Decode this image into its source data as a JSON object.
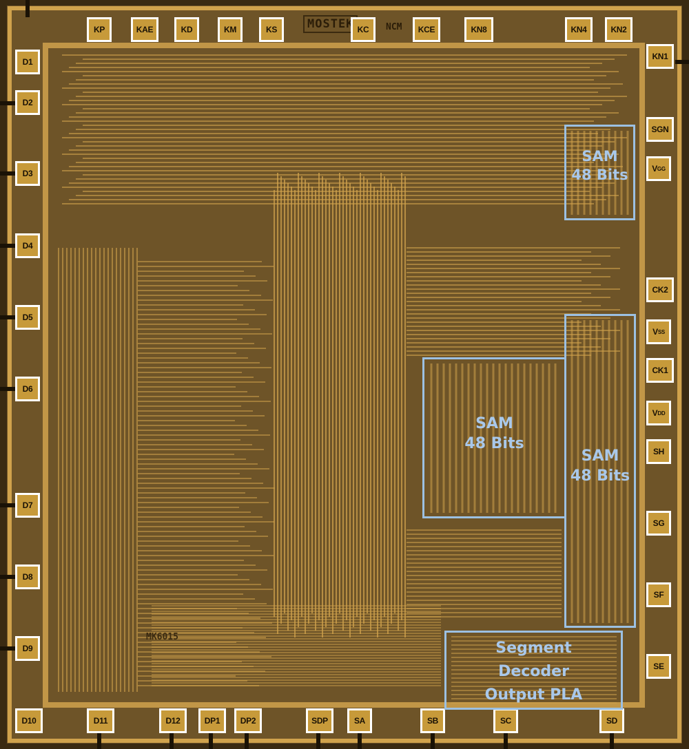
{
  "die": {
    "manufacturer_logo": "MOSTEK",
    "ncm_logo": "NCM",
    "part_number": "MK6015",
    "colors": {
      "substrate": "#6e5428",
      "metal": "#d0a24c",
      "pad": "#c79a3a",
      "pad_outline": "#ffffff",
      "block_outline": "#9cc0e2",
      "block_text": "#a9c8ea"
    }
  },
  "pads": {
    "top": [
      {
        "id": "KP",
        "label": "KP"
      },
      {
        "id": "KAE",
        "label": "KAE"
      },
      {
        "id": "KD",
        "label": "KD"
      },
      {
        "id": "KM",
        "label": "KM"
      },
      {
        "id": "KS",
        "label": "KS"
      },
      {
        "id": "KC",
        "label": "KC"
      },
      {
        "id": "KCE",
        "label": "KCE"
      },
      {
        "id": "KN8",
        "label": "KN8"
      },
      {
        "id": "KN4",
        "label": "KN4"
      },
      {
        "id": "KN2",
        "label": "KN2"
      }
    ],
    "left": [
      {
        "id": "D1",
        "label": "D1"
      },
      {
        "id": "D2",
        "label": "D2"
      },
      {
        "id": "D3",
        "label": "D3"
      },
      {
        "id": "D4",
        "label": "D4"
      },
      {
        "id": "D5",
        "label": "D5"
      },
      {
        "id": "D6",
        "label": "D6"
      },
      {
        "id": "D7",
        "label": "D7"
      },
      {
        "id": "D8",
        "label": "D8"
      },
      {
        "id": "D9",
        "label": "D9"
      }
    ],
    "right": [
      {
        "id": "KN1",
        "label": "KN1"
      },
      {
        "id": "SGN",
        "label": "SGN"
      },
      {
        "id": "VGG",
        "label": "V",
        "sub": "GG"
      },
      {
        "id": "CK2",
        "label": "CK2"
      },
      {
        "id": "VSS",
        "label": "V",
        "sub": "SS"
      },
      {
        "id": "CK1",
        "label": "CK1"
      },
      {
        "id": "VDD",
        "label": "V",
        "sub": "DD"
      },
      {
        "id": "SH",
        "label": "SH"
      },
      {
        "id": "SG",
        "label": "SG"
      },
      {
        "id": "SF",
        "label": "SF"
      },
      {
        "id": "SE",
        "label": "SE"
      }
    ],
    "bottom": [
      {
        "id": "D10",
        "label": "D10"
      },
      {
        "id": "D11",
        "label": "D11"
      },
      {
        "id": "D12",
        "label": "D12"
      },
      {
        "id": "DP1",
        "label": "DP1"
      },
      {
        "id": "DP2",
        "label": "DP2"
      },
      {
        "id": "SDP",
        "label": "SDP"
      },
      {
        "id": "SA",
        "label": "SA"
      },
      {
        "id": "SB",
        "label": "SB"
      },
      {
        "id": "SC",
        "label": "SC"
      },
      {
        "id": "SD",
        "label": "SD"
      }
    ]
  },
  "blocks": [
    {
      "id": "sam-top-right",
      "lines": [
        "SAM",
        "48 Bits"
      ]
    },
    {
      "id": "sam-middle",
      "lines": [
        "SAM",
        "48 Bits"
      ]
    },
    {
      "id": "sam-right",
      "lines": [
        "SAM",
        "48 Bits"
      ]
    },
    {
      "id": "segment-decoder-pla",
      "lines": [
        "Segment",
        "Decoder",
        "Output PLA"
      ]
    }
  ]
}
